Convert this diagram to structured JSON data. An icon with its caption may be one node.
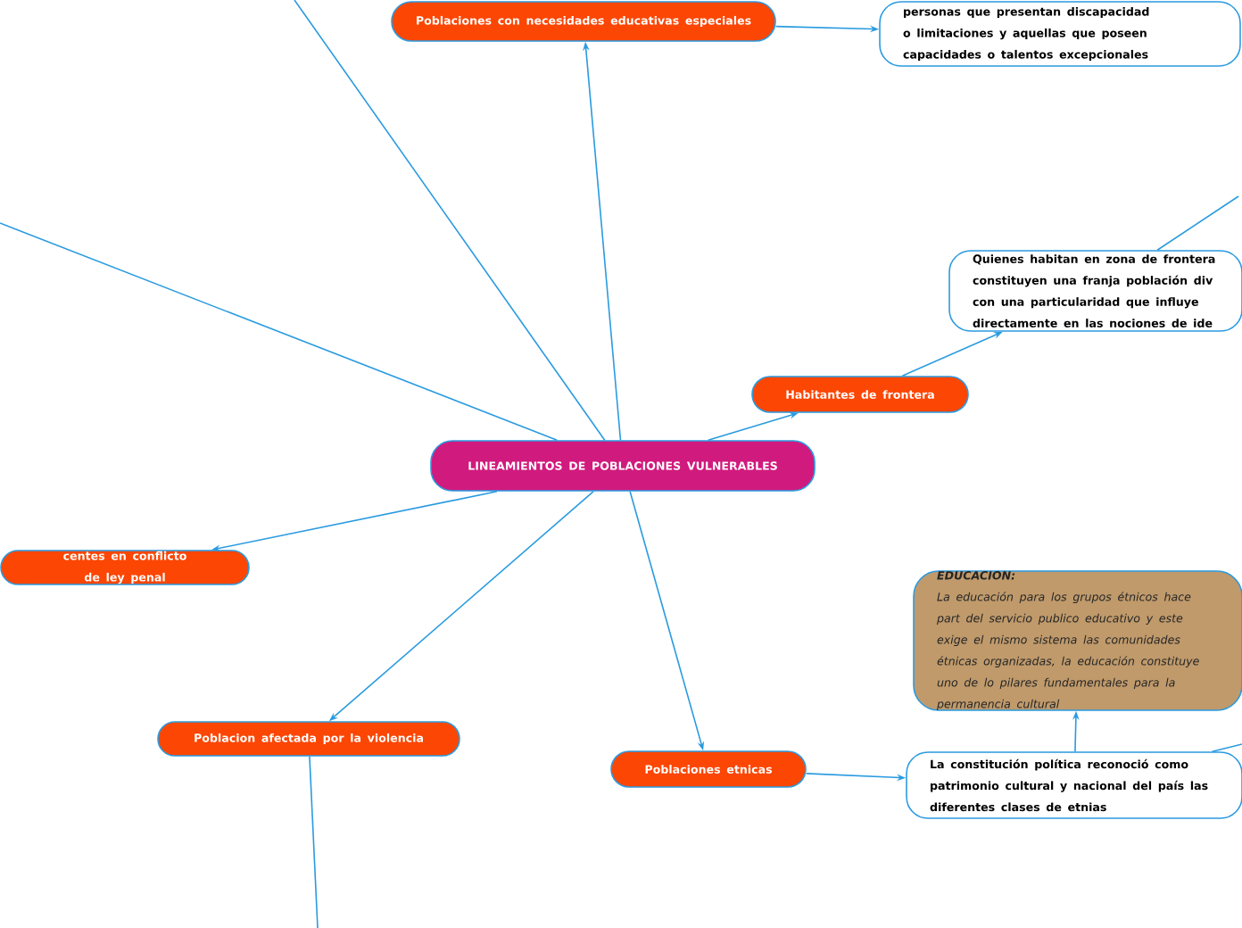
{
  "diagram": {
    "nodes": [
      {
        "text": [
          "Poblaciones con necesidades educativas especiales"
        ]
      },
      {
        "text": [
          "personas que presentan discapacidad o limitaciones y aquellas que poseen capacidades o talentos excepcionales"
        ]
      },
      {
        "text": [
          "Quienes habitan en zona de frontera constituyen una franja población div con una particularidad que influye directamente en las nociones de ide"
        ]
      },
      {
        "text": [
          "Habitantes de frontera"
        ]
      },
      {
        "text": [
          "LINEAMIENTOS DE POBLACIONES VULNERABLES"
        ]
      },
      {
        "text": [
          "centes en conflicto de ley penal"
        ]
      },
      {
        "text": [
          "EDUCACION:",
          "La educación para los grupos étnicos hace part del servicio publico educativo y este exige el mismo sistema las comunidades étnicas organizadas, la educación constituye uno de lo pilares fundamentales  para la permanencia cultural"
        ]
      },
      {
        "text": [
          "Poblacion afectada por la violencia"
        ]
      },
      {
        "text": [
          "Poblaciones etnicas"
        ]
      },
      {
        "text": [
          "La constitución política reconoció como patrimonio cultural y nacional del país las diferentes clases de etnias"
        ]
      }
    ],
    "edges": [
      {
        "from": 4,
        "to": 0,
        "arrow": "to"
      },
      {
        "from": 0,
        "to": 1,
        "arrow": "to"
      },
      {
        "from": 4,
        "to": 3,
        "arrow": "to"
      },
      {
        "from": 3,
        "to": 2,
        "arrow": "to"
      },
      {
        "from": 4,
        "to": 5,
        "arrow": "to"
      },
      {
        "from": 4,
        "to": 7,
        "arrow": "to"
      },
      {
        "from": 4,
        "to": 8,
        "arrow": "to"
      },
      {
        "from": 8,
        "to": 9,
        "arrow": "to"
      },
      {
        "from": 9,
        "to": 6,
        "arrow": "to"
      },
      {
        "from": 4,
        "to": null,
        "arrow": "none"
      },
      {
        "from": 4,
        "to": null,
        "arrow": "none"
      },
      {
        "from": 7,
        "to": null,
        "arrow": "none"
      },
      {
        "from": 2,
        "to": null,
        "arrow": "none"
      },
      {
        "from": 9,
        "to": null,
        "arrow": "none"
      }
    ]
  }
}
